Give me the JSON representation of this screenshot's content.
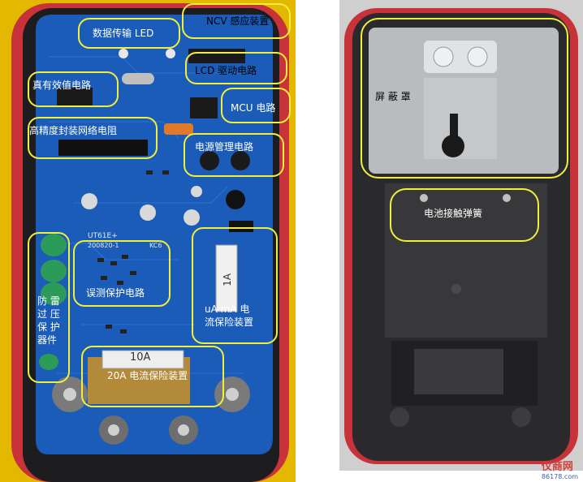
{
  "left_labels": {
    "data_led": "数据传输 LED",
    "ncv": "NCV 感应装置",
    "lcd_driver": "LCD 驱动电路",
    "true_rms": "真有效值电路",
    "mcu": "MCU 电路",
    "resistor_net": "高精度封装网络电阻",
    "power_mgmt": "电源管理电路",
    "overvoltage_line1": "防 雷",
    "overvoltage_line2": "过 压",
    "overvoltage_line3": "保 护",
    "overvoltage_line4": "器件",
    "misuse": "误测保护电路",
    "ua_ma_line1": "uA mA 电",
    "ua_ma_line2": "流保险装置",
    "fuse_20a": "20A 电流保险装置"
  },
  "right_labels": {
    "shield": "屏 蔽 罩",
    "battery_spring": "电池接触弹簧"
  },
  "board_print": {
    "model": "UT61E+",
    "date": "200820-1",
    "code": "KC6",
    "fuse_big": "10A",
    "fuse_small": "1A"
  },
  "watermark": {
    "brand": "仪商网",
    "url": "86178.com"
  }
}
